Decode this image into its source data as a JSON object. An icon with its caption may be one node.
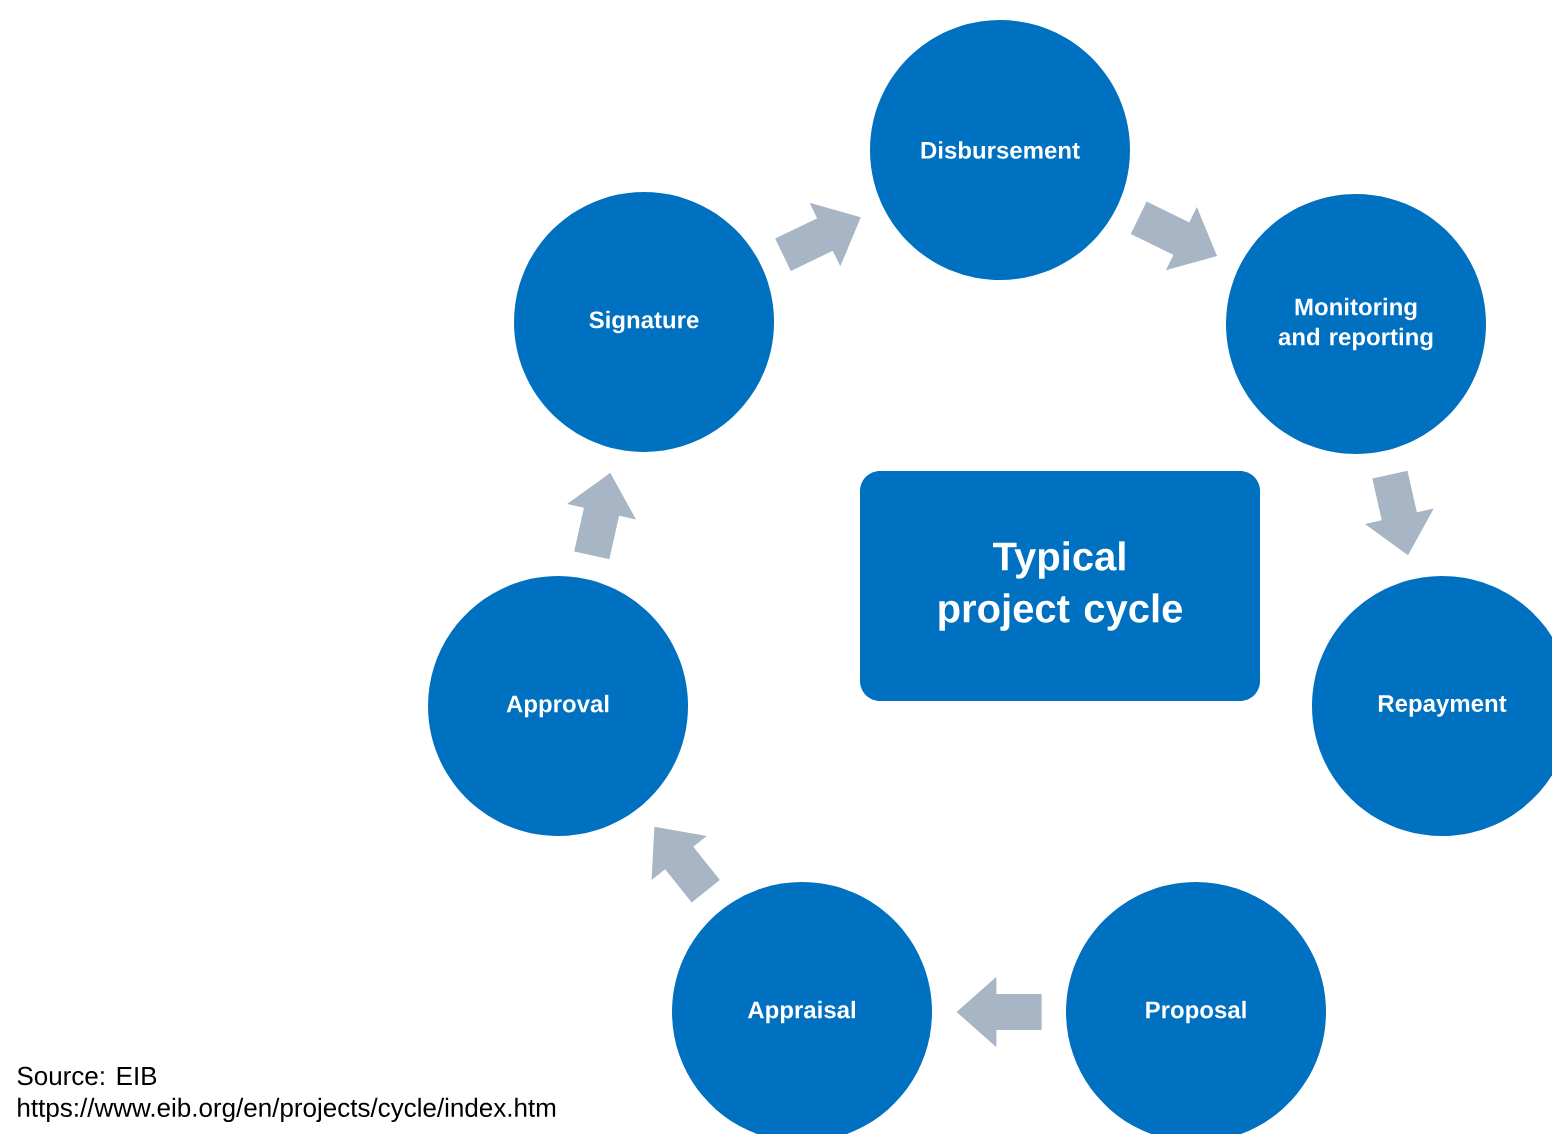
{
  "diagram": {
    "nodes": [
      {
        "text": [
          "Typical project cycle"
        ]
      },
      {
        "text": [
          "Disbursement"
        ]
      },
      {
        "text": [
          "Monitoring and reporting"
        ]
      },
      {
        "text": [
          "Repayment"
        ]
      },
      {
        "text": [
          "Proposal"
        ]
      },
      {
        "text": [
          "Appraisal"
        ]
      },
      {
        "text": [
          "Approval"
        ]
      },
      {
        "text": [
          "Signature"
        ]
      }
    ],
    "edges": [
      {
        "from": 7,
        "to": 1,
        "arrow": "to"
      },
      {
        "from": 1,
        "to": 2,
        "arrow": "to"
      },
      {
        "from": 2,
        "to": 3,
        "arrow": "to"
      },
      {
        "from": 4,
        "to": 5,
        "arrow": "to"
      },
      {
        "from": 5,
        "to": 6,
        "arrow": "to"
      },
      {
        "from": 6,
        "to": 7,
        "arrow": "to"
      }
    ],
    "labels": [
      "Source: EIB",
      "https://www.eib.org/en/projects/cycle/index.htm"
    ]
  }
}
